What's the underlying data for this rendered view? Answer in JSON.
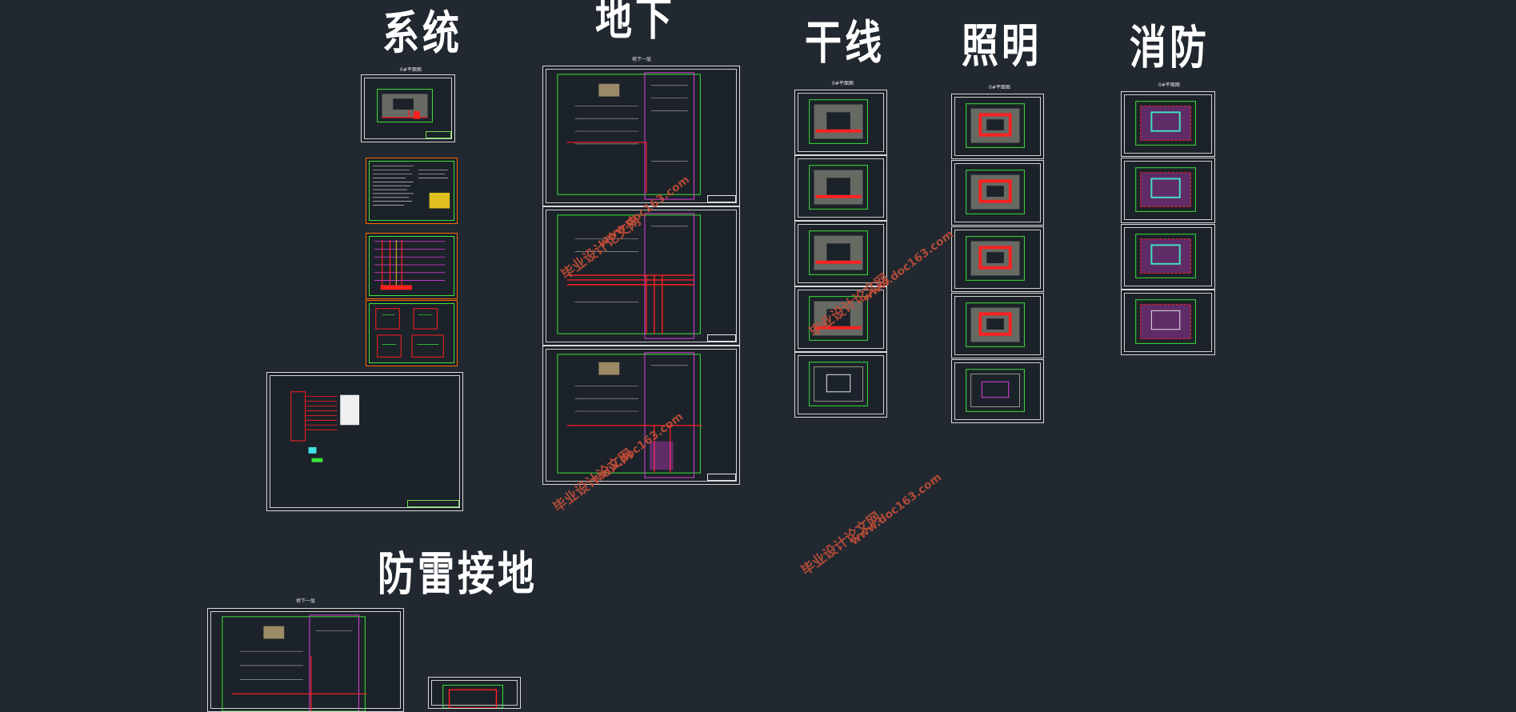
{
  "headings": {
    "system": "系统",
    "basement": "地下",
    "trunk": "干线",
    "lighting": "照明",
    "fire": "消防",
    "lightning": "防雷接地"
  },
  "sheet_titles": {
    "system_top": "0#平面图",
    "basement_top": "地下一层",
    "trunk_top": "0#平面图",
    "lighting_top": "0#平面图",
    "fire_top": "0#平面图",
    "lightning_top": "地下一层"
  },
  "watermarks": {
    "wm1_line1": "毕业设计论文网",
    "wm1_line2": "www.doc163.com",
    "wm2_line1": "毕业设计论文网",
    "wm2_line2": "www.doc163.com",
    "wm3_line1": "毕业设计论文网",
    "wm3_line2": "www.doc163.com",
    "wm4_line1": "毕业设计论文网",
    "wm4_line2": "www.doc163.com"
  },
  "colors": {
    "background": "#212830",
    "frame": "#d9d9d9",
    "green": "#39e639",
    "red": "#ff2020",
    "magenta": "#e040e0",
    "gray": "#9a9a8a",
    "watermark": "#c7503a"
  }
}
